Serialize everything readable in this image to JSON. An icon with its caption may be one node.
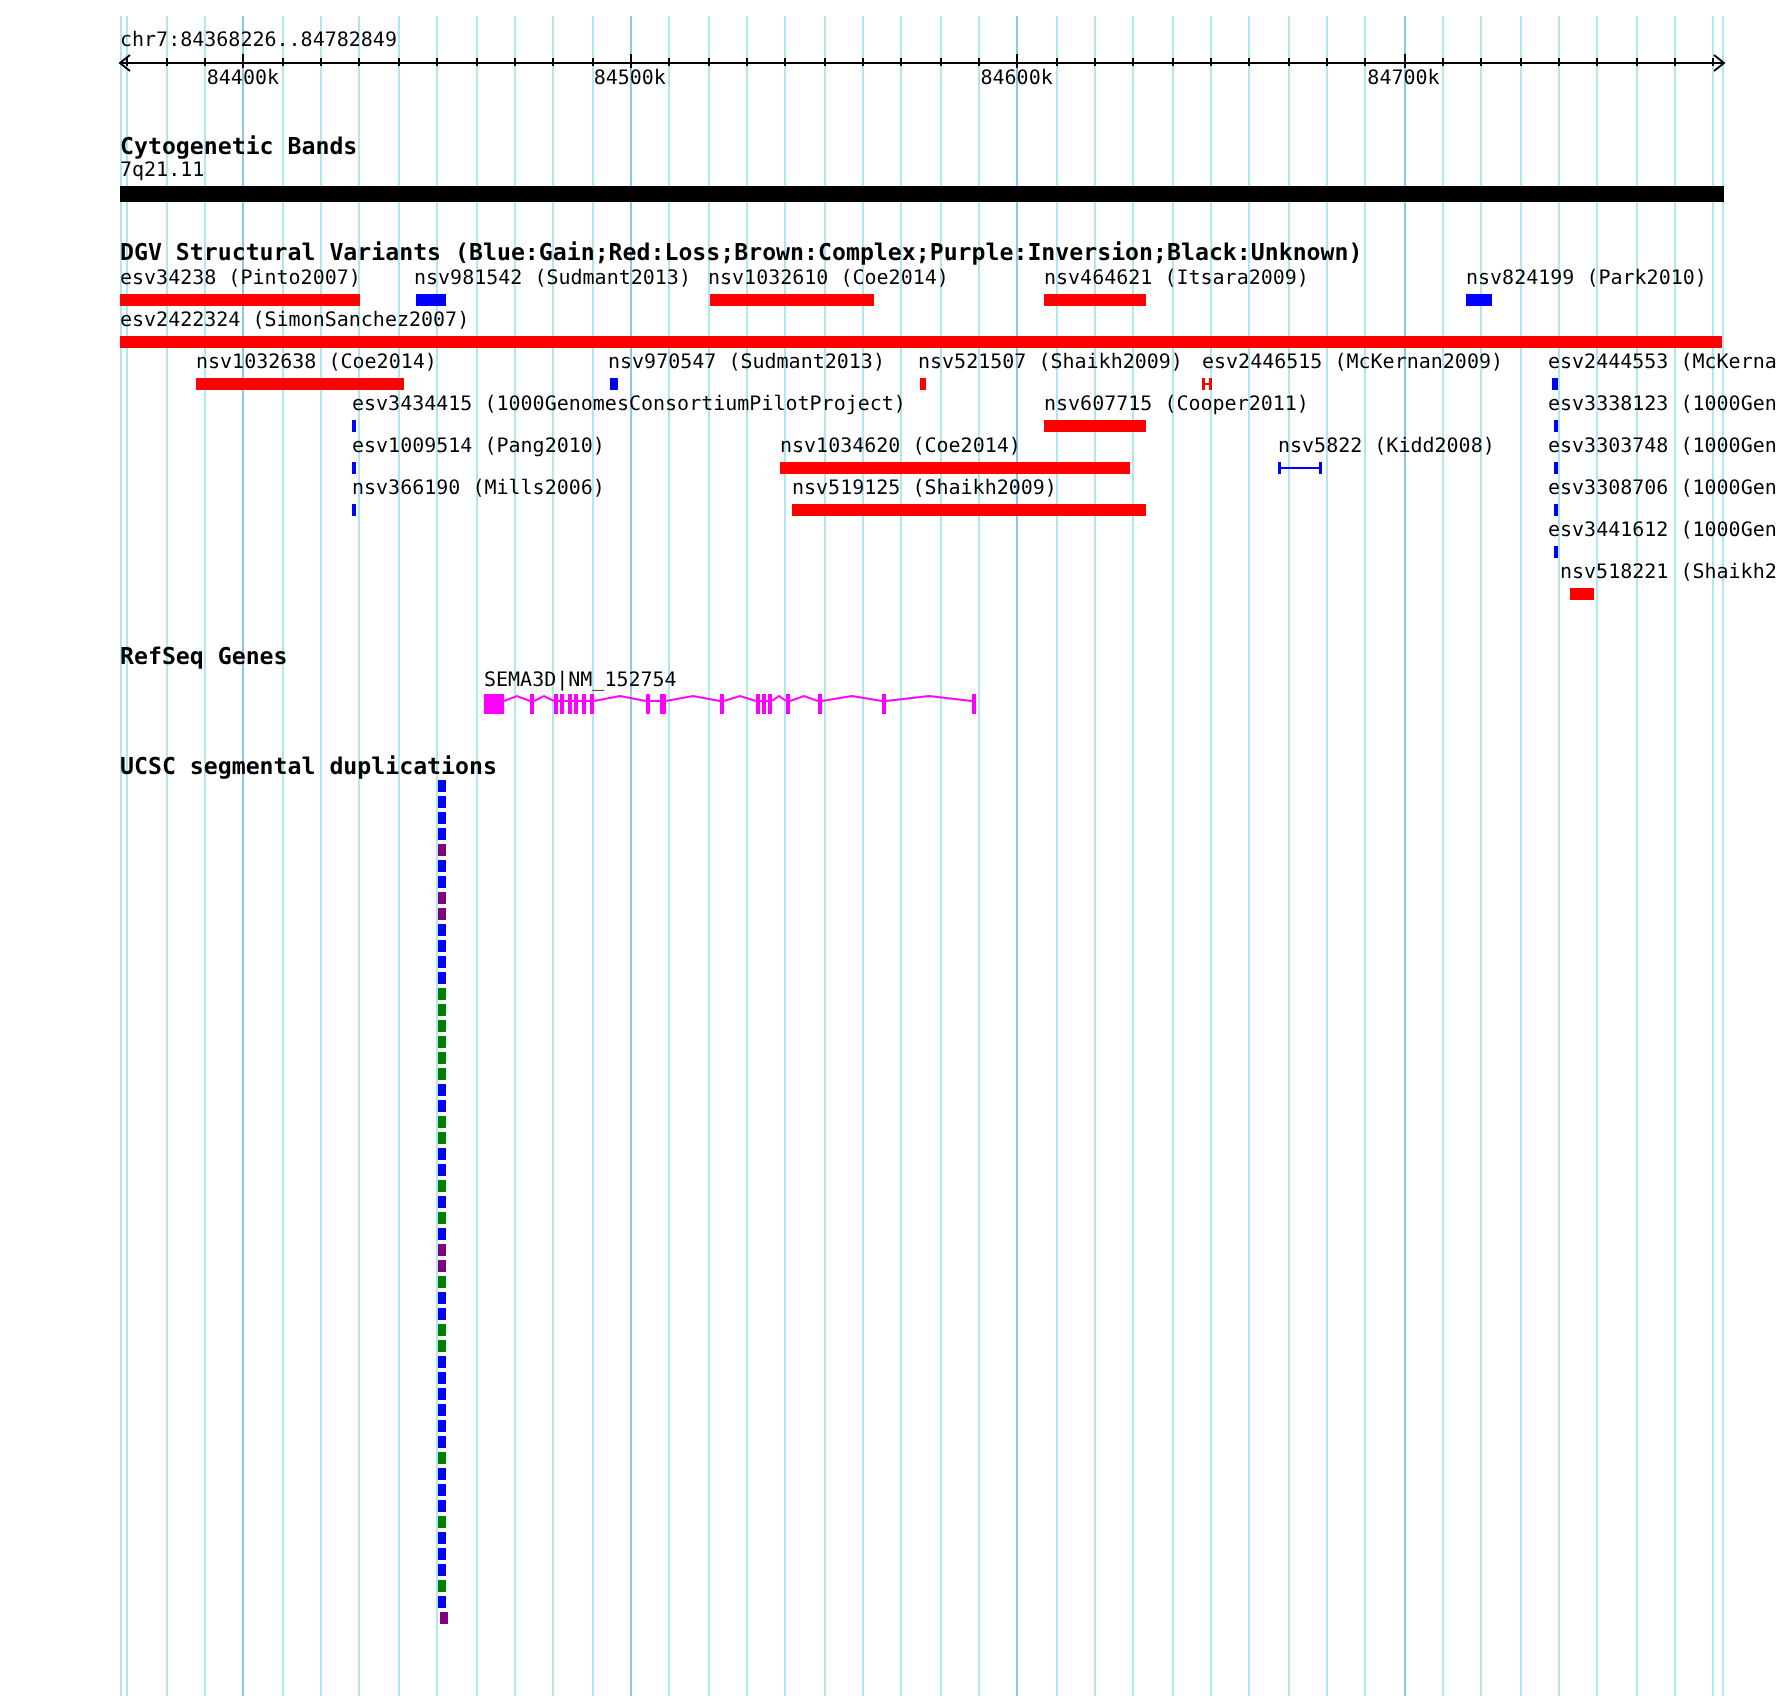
{
  "diagram": {
    "nodes": [
      {
        "text": [
          "7q21.11"
        ]
      },
      {
        "text": [
          "esv34238 (Pinto2007)"
        ]
      },
      {
        "text": [
          "nsv981542 (Sudmant2013)"
        ]
      },
      {
        "text": [
          "nsv1032610 (Coe2014)"
        ]
      },
      {
        "text": [
          "nsv464621 (Itsara2009)"
        ]
      },
      {
        "text": [
          "nsv824199 (Park2010)"
        ]
      },
      {
        "text": [
          "esv2422324 (SimonSanchez2007)"
        ]
      },
      {
        "text": [
          "nsv1032638 (Coe2014)"
        ]
      },
      {
        "text": [
          "nsv970547 (Sudmant2013)"
        ]
      },
      {
        "text": [
          "nsv521507 (Shaikh2009)"
        ]
      },
      {
        "text": [
          "esv2446515 (McKernan2009)"
        ]
      },
      {
        "text": [
          "esv2444553 (McKerna"
        ]
      },
      {
        "text": [
          "esv3434415 (1000GenomesConsortiumPilotProject)"
        ]
      },
      {
        "text": [
          "nsv607715 (Cooper2011)"
        ]
      },
      {
        "text": [
          "esv3338123 (1000Gen"
        ]
      },
      {
        "text": [
          "esv1009514 (Pang2010)"
        ]
      },
      {
        "text": [
          "nsv1034620 (Coe2014)"
        ]
      },
      {
        "text": [
          "nsv5822 (Kidd2008)"
        ]
      },
      {
        "text": [
          "esv3303748 (1000Gen"
        ]
      },
      {
        "text": [
          "nsv366190 (Mills2006)"
        ]
      },
      {
        "text": [
          "nsv519125 (Shaikh2009)"
        ]
      },
      {
        "text": [
          "esv3308706 (1000Gen"
        ]
      },
      {
        "text": [
          "esv3441612 (1000Gen"
        ]
      },
      {
        "text": [
          "nsv518221 (Shaikh2"
        ]
      },
      {
        "text": [
          "SEMA3D|NM_152754"
        ]
      }
    ],
    "labels": [
      "chr7:84368226..84782849",
      "84400k",
      "84500k",
      "84600k",
      "84700k",
      "Cytogenetic Bands",
      "DGV Structural Variants (Blue:Gain;Red:Loss;Brown:Complex;Purple:Inversion;Black:Unknown)",
      "RefSeq Genes",
      "UCSC segmental duplications"
    ]
  }
}
